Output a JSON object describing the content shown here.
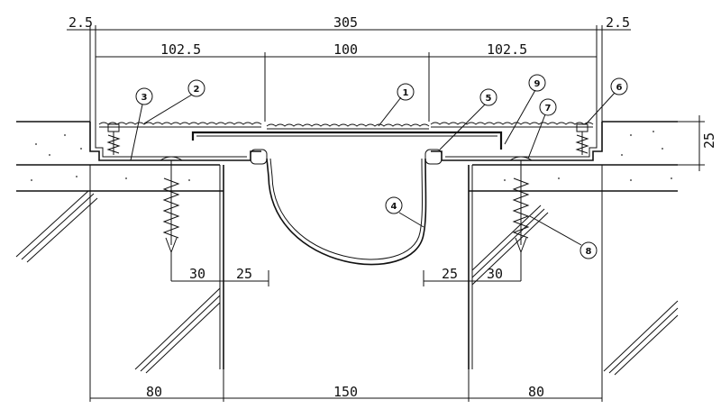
{
  "dimensions": {
    "top_left_gap": "2.5",
    "top_total": "305",
    "top_right_gap": "2.5",
    "upper_left": "102.5",
    "upper_center": "100",
    "upper_right": "102.5",
    "side_thickness": "25",
    "anchor_left_30": "30",
    "anchor_left_25": "25",
    "anchor_right_25": "25",
    "anchor_right_30": "30",
    "bottom_left": "80",
    "bottom_center": "150",
    "bottom_right": "80"
  },
  "callouts": [
    "1",
    "2",
    "3",
    "4",
    "5",
    "6",
    "7",
    "8",
    "9"
  ]
}
